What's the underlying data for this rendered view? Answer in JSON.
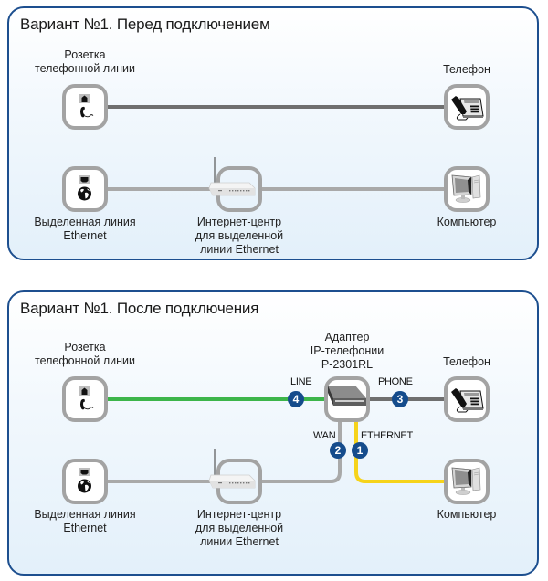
{
  "colors": {
    "panel_border": "#1d4f8f",
    "wire_gray_dark": "#6f6f6f",
    "wire_gray_light": "#a9a9a9",
    "wire_green": "#3db54a",
    "wire_yellow": "#f6d31b",
    "badge": "#154c8c"
  },
  "panel_before": {
    "title": "Вариант №1. Перед подключением",
    "nodes": {
      "phone_socket": {
        "label_line1": "Розетка",
        "label_line2": "телефонной линии",
        "icon": "phone-socket-icon"
      },
      "phone": {
        "label": "Телефон",
        "icon": "telephone-icon"
      },
      "ethernet_line": {
        "label_line1": "Выделенная линия",
        "label_line2": "Ethernet",
        "icon": "ethernet-globe-icon"
      },
      "router": {
        "label_line1": "Интернет-центр",
        "label_line2": "для выделенной",
        "label_line3": "линии Ethernet",
        "icon": "router-icon"
      },
      "computer": {
        "label": "Компьютер",
        "icon": "computer-icon"
      }
    }
  },
  "panel_after": {
    "title": "Вариант №1. После подключения",
    "nodes": {
      "phone_socket": {
        "label_line1": "Розетка",
        "label_line2": "телефонной линии",
        "icon": "phone-socket-icon"
      },
      "adapter": {
        "label_line1": "Адаптер",
        "label_line2": "IP-телефонии",
        "label_line3": "P-2301RL",
        "icon": "voip-adapter-icon"
      },
      "phone": {
        "label": "Телефон",
        "icon": "telephone-icon"
      },
      "ethernet_line": {
        "label_line1": "Выделенная линия",
        "label_line2": "Ethernet",
        "icon": "ethernet-globe-icon"
      },
      "router": {
        "label_line1": "Интернет-центр",
        "label_line2": "для выделенной",
        "label_line3": "линии Ethernet",
        "icon": "router-icon"
      },
      "computer": {
        "label": "Компьютер",
        "icon": "computer-icon"
      }
    },
    "ports": [
      {
        "number": "4",
        "label": "LINE"
      },
      {
        "number": "3",
        "label": "PHONE"
      },
      {
        "number": "2",
        "label": "WAN"
      },
      {
        "number": "1",
        "label": "ETHERNET"
      }
    ]
  }
}
